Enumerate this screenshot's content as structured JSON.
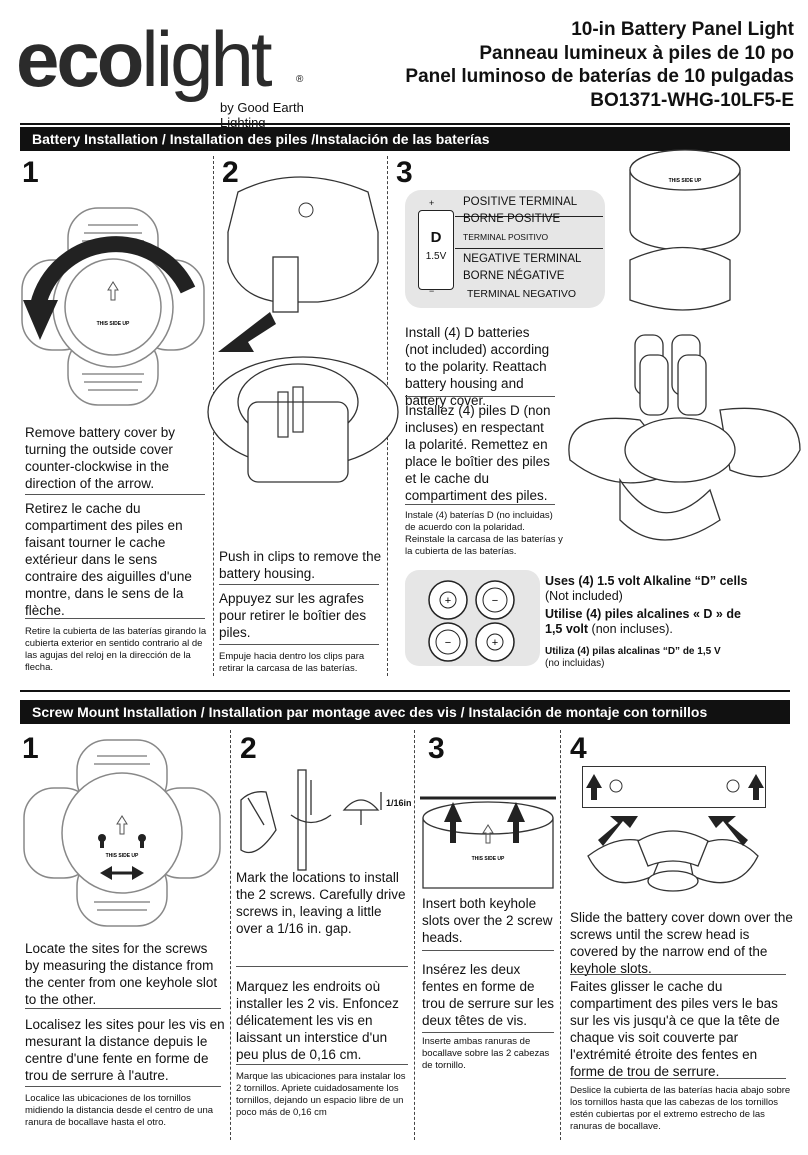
{
  "brand": {
    "wordmark_bold": "eco",
    "wordmark_light": "light",
    "registered": "®",
    "tagline": "by Good Earth Lighting"
  },
  "title": {
    "en": "10-in Battery Panel Light",
    "fr": "Panneau lumineux à piles de 10 po",
    "es": "Panel luminoso de baterías de 10 pulgadas",
    "model": "BO1371-WHG-10LF5-E"
  },
  "battery_section": {
    "heading": "Battery Installation / Installation des piles /Instalación de las baterías",
    "step1": {
      "num": "1",
      "label_this_side_up": "THIS SIDE UP",
      "en": "Remove battery cover by turning the outside cover counter-clockwise in the direction of the arrow.",
      "fr": "Retirez le cache du compartiment des piles en faisant tourner le cache extérieur dans le sens contraire des aiguilles d'une montre, dans le sens de la flèche.",
      "es": "Retire la cubierta de las baterías girando la cubierta exterior en sentido contrario al de las agujas del reloj en la dirección de la flecha."
    },
    "step2": {
      "num": "2",
      "en": "Push in clips to remove the battery housing.",
      "fr": "Appuyez sur les agrafes pour retirer le boîtier des piles.",
      "es": "Empuje hacia dentro los clips para retirar la carcasa de las baterías."
    },
    "step3": {
      "num": "3",
      "battery_letter": "D",
      "battery_voltage": "1.5V",
      "pos_sign": "+",
      "neg_sign": "−",
      "pos_en": "POSITIVE TERMINAL",
      "pos_fr": "BORNE POSITIVE",
      "pos_es": "TERMINAL POSITIVO",
      "neg_en": "NEGATIVE TERMINAL",
      "neg_fr": "BORNE NÉGATIVE",
      "neg_es": "TERMINAL NEGATIVO",
      "label_this_side_up": "THIS SIDE UP",
      "en": "Install (4) D batteries (not included) according to the polarity. Reattach battery housing and battery cover.",
      "fr": "Installez (4) piles D (non incluses) en respectant la polarité. Remettez en place le boîtier des piles et le cache du compartiment des piles.",
      "es": "Instale (4) baterías D (no incluidas) de acuerdo con la polaridad. Reinstale la carcasa de las baterías y la cubierta de las baterías.",
      "uses_en_bold": "Uses (4) 1.5 volt Alkaline “D” cells",
      "uses_en_rest": " (Not included)",
      "uses_fr_bold": "Utilise (4) piles alcalines « D » de 1,5 volt",
      "uses_fr_rest": " (non incluses).",
      "uses_es_bold": "Utiliza (4) pilas alcalinas “D” de 1,5 V",
      "uses_es_rest": "(no incluidas)"
    }
  },
  "screw_section": {
    "heading": "Screw Mount Installation / Installation par montage avec des vis / Instalación de montaje con tornillos",
    "step1": {
      "num": "1",
      "label_this_side_up": "THIS SIDE UP",
      "en": "Locate the sites for the screws by measuring the distance from the center from one keyhole slot to the other.",
      "fr": "Localisez les sites pour les vis en mesurant la distance depuis le centre d'une fente en forme de trou de serrure à l'autre.",
      "es": "Localice las ubicaciones de los tornillos midiendo la distancia desde el centro de una ranura de bocallave hasta el otro."
    },
    "step2": {
      "num": "2",
      "gap_label": "1/16in",
      "en": "Mark the locations to install the 2 screws. Carefully drive screws in, leaving a little over a 1/16 in. gap.",
      "fr": "Marquez les endroits où installer les 2 vis. Enfoncez délicatement les vis en laissant un interstice d'un peu plus de 0,16 cm.",
      "es": "Marque las ubicaciones para instalar los 2 tornillos. Apriete cuidadosamente los tornillos, dejando un espacio libre de un poco más de 0,16 cm"
    },
    "step3": {
      "num": "3",
      "label_this_side_up": "THIS SIDE UP",
      "en": "Insert both keyhole slots over the 2 screw heads.",
      "fr": "Insérez les deux fentes en forme de trou de serrure sur les deux têtes de vis.",
      "es": "Inserte ambas ranuras de bocallave sobre las 2 cabezas de tornillo."
    },
    "step4": {
      "num": "4",
      "en": "Slide the battery cover down over the screws until the screw head is covered by the narrow end of the keyhole slots.",
      "fr": "Faites glisser le cache du compartiment des piles vers le bas sur les vis jusqu'à ce que la tête de chaque vis soit couverte par l'extrémité étroite des fentes en forme de trou de serrure.",
      "es": "Deslice la cubierta de las baterías hacia abajo sobre los tornillos hasta que las cabezas de los tornillos estén cubiertas por el extremo estrecho de las ranuras de bocallave."
    }
  }
}
